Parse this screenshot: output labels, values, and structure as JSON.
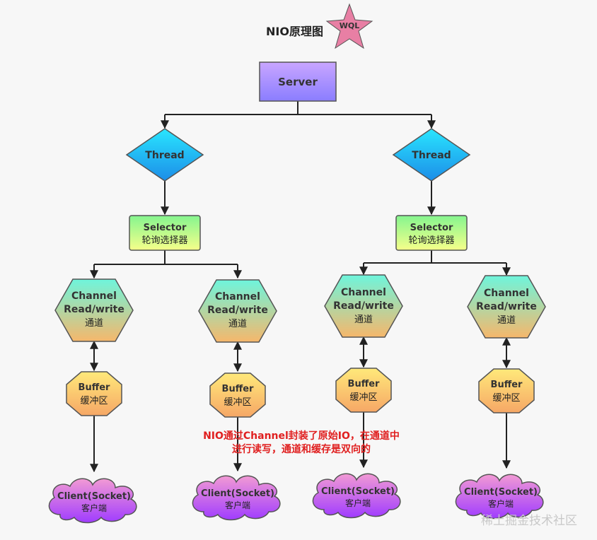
{
  "title": "NIO原理图",
  "star_label": "WQL",
  "server": {
    "label": "Server"
  },
  "threads": [
    {
      "label": "Thread"
    },
    {
      "label": "Thread"
    }
  ],
  "selectors": [
    {
      "line1": "Selector",
      "line2": "轮询选择器"
    },
    {
      "line1": "Selector",
      "line2": "轮询选择器"
    }
  ],
  "channels": [
    {
      "line1": "Channel",
      "line2": "Read/write",
      "line3": "通道"
    },
    {
      "line1": "Channel",
      "line2": "Read/write",
      "line3": "通道"
    },
    {
      "line1": "Channel",
      "line2": "Read/write",
      "line3": "通道"
    },
    {
      "line1": "Channel",
      "line2": "Read/write",
      "line3": "通道"
    }
  ],
  "buffers": [
    {
      "line1": "Buffer",
      "line2": "缓冲区"
    },
    {
      "line1": "Buffer",
      "line2": "缓冲区"
    },
    {
      "line1": "Buffer",
      "line2": "缓冲区"
    },
    {
      "line1": "Buffer",
      "line2": "缓冲区"
    }
  ],
  "clients": [
    {
      "line1": "Client(Socket)",
      "line2": "客户端"
    },
    {
      "line1": "Client(Socket)",
      "line2": "客户端"
    },
    {
      "line1": "Client(Socket)",
      "line2": "客户端"
    },
    {
      "line1": "Client(Socket)",
      "line2": "客户端"
    }
  ],
  "note": {
    "line1": "NIO通过Channel封装了原始IO，在通道中",
    "line2": "进行读写，通道和缓存是双向的"
  },
  "watermark": "稀土掘金技术社区",
  "colors": {
    "server_top": "#c9a6ff",
    "server_bottom": "#8a7dff",
    "thread_top": "#29e6ff",
    "thread_bottom": "#1c8de8",
    "selector_top": "#85f58f",
    "selector_bottom": "#f6ff8a",
    "channel_top": "#6ef5dc",
    "channel_bottom": "#f6b76b",
    "buffer_top": "#ffe97a",
    "buffer_bottom": "#f6a766",
    "client_top": "#f29ad4",
    "client_bottom": "#a03cff",
    "star": "#e87fa4",
    "note": "#e02020"
  }
}
